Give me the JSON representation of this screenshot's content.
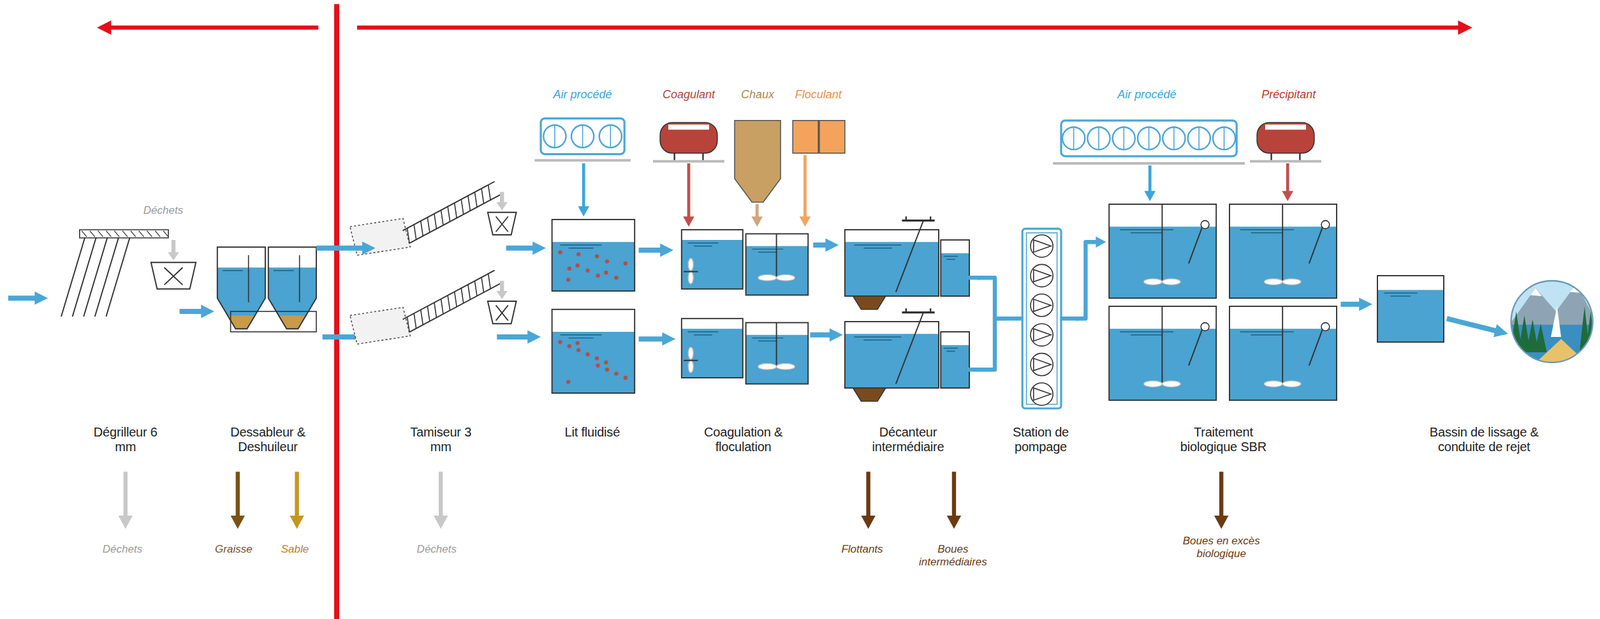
{
  "diagram": {
    "nodes": [
      {
        "text": [
          "Dégrilleur 6 mm"
        ]
      },
      {
        "text": [
          "Dessableur & Deshuileur"
        ]
      },
      {
        "text": [
          "Tamiseur 3 mm"
        ]
      },
      {
        "text": [
          "Lit fluidisé"
        ]
      },
      {
        "text": [
          "Coagulation & floculation"
        ]
      },
      {
        "text": [
          "Décanteur intermédiaire"
        ]
      },
      {
        "text": [
          "Station de pompage"
        ]
      },
      {
        "text": [
          "Traitement biologique SBR"
        ]
      },
      {
        "text": [
          "Bassin de lissage & conduite de rejet"
        ]
      },
      {
        "text": [
          "Air procédé"
        ]
      },
      {
        "text": [
          "Coagulant"
        ]
      },
      {
        "text": [
          "Chaux"
        ]
      },
      {
        "text": [
          "Floculant"
        ]
      },
      {
        "text": [
          "Air procédé"
        ]
      },
      {
        "text": [
          "Précipitant"
        ]
      }
    ],
    "edges": [
      {
        "from": 0,
        "to": 1,
        "arrow": "to"
      },
      {
        "from": 1,
        "to": 2,
        "arrow": "to"
      },
      {
        "from": 2,
        "to": 3,
        "arrow": "to"
      },
      {
        "from": 3,
        "to": 4,
        "arrow": "to"
      },
      {
        "from": 4,
        "to": 5,
        "arrow": "to"
      },
      {
        "from": 5,
        "to": 6,
        "arrow": "none"
      },
      {
        "from": 6,
        "to": 7,
        "arrow": "to"
      },
      {
        "from": 7,
        "to": 8,
        "arrow": "to"
      },
      {
        "from": 9,
        "to": 3,
        "arrow": "to"
      },
      {
        "from": 10,
        "to": 4,
        "arrow": "to"
      },
      {
        "from": 11,
        "to": 4,
        "arrow": "to"
      },
      {
        "from": 12,
        "to": 4,
        "arrow": "to"
      },
      {
        "from": 13,
        "to": 7,
        "arrow": "to"
      },
      {
        "from": 14,
        "to": 7,
        "arrow": "to"
      }
    ],
    "labels": [
      "Déchets",
      "Déchets",
      "Graisse",
      "Sable",
      "Déchets",
      "Flottants",
      "Boues intermédiaires",
      "Boues en excès biologique"
    ]
  }
}
